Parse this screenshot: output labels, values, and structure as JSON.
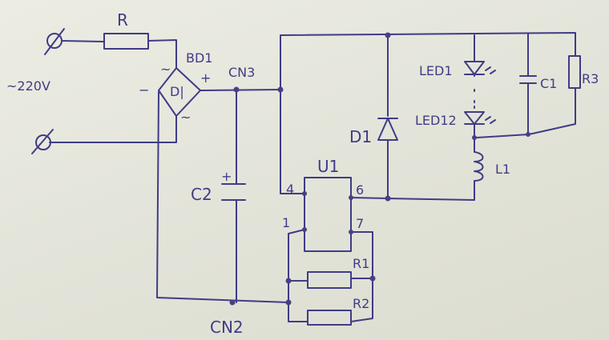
{
  "title": "Hand-drawn LED driver circuit schematic",
  "labels": {
    "resistor_r": "R",
    "bridge": "BD1",
    "ac_input": "~220V",
    "bridge_plus": "+",
    "bridge_minus": "−",
    "bridge_ac1": "~",
    "bridge_ac2": "~",
    "bridge_symbol": "D|",
    "cn3": "CN3",
    "cn2": "CN2",
    "c2": "C2",
    "c2_polarity": "+",
    "d1": "D1",
    "led1": "LED1",
    "led12": "LED12",
    "c1": "C1",
    "r3": "R3",
    "l1": "L1",
    "u1": "U1",
    "pin4": "4",
    "pin6": "6",
    "pin1": "1",
    "pin7": "7",
    "r1": "R1",
    "r2": "R2"
  },
  "colors": {
    "ink": "#3f3c86",
    "paper": "#e6e6dc"
  }
}
